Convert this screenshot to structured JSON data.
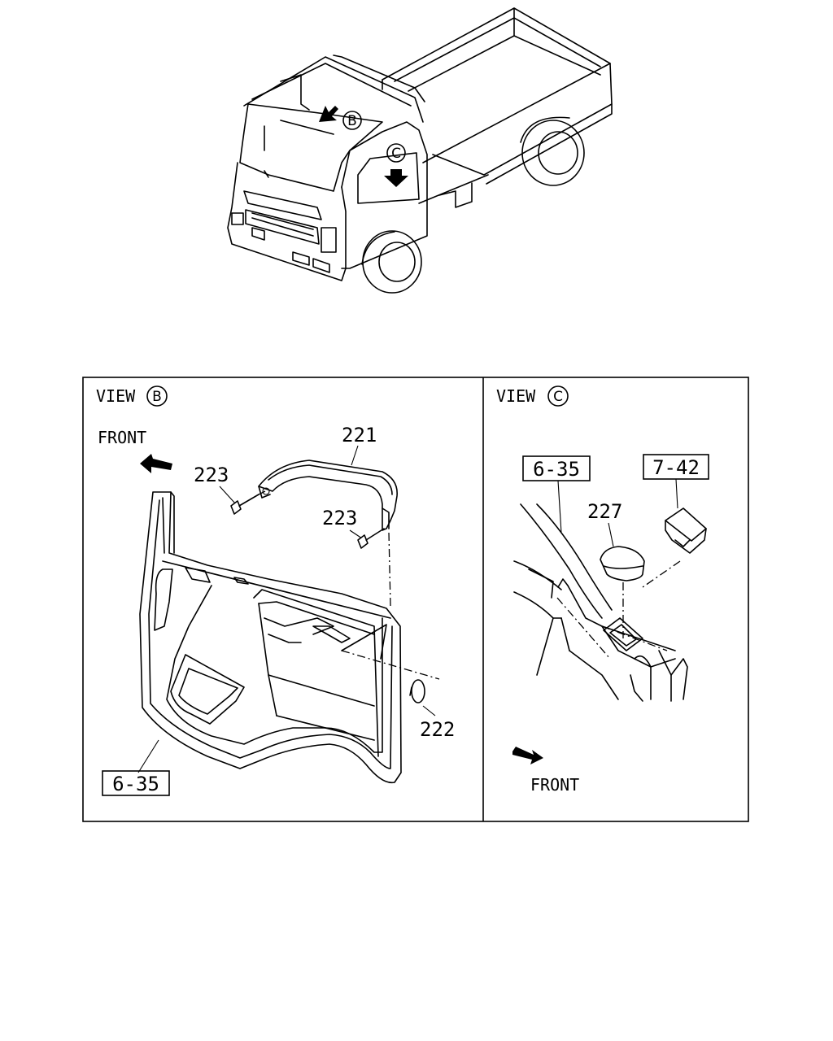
{
  "overview": {
    "callout_b": "B",
    "callout_c": "C"
  },
  "view_b": {
    "title": "VIEW",
    "title_circle": "B",
    "front_label": "FRONT",
    "parts": {
      "handle": "221",
      "screw_left": "223",
      "screw_right": "223",
      "cap": "222",
      "panel_ref": "6-35"
    }
  },
  "view_c": {
    "title": "VIEW",
    "title_circle": "C",
    "front_label": "FRONT",
    "parts": {
      "panel_ref": "6-35",
      "switch_ref": "7-42",
      "cover": "227"
    }
  }
}
